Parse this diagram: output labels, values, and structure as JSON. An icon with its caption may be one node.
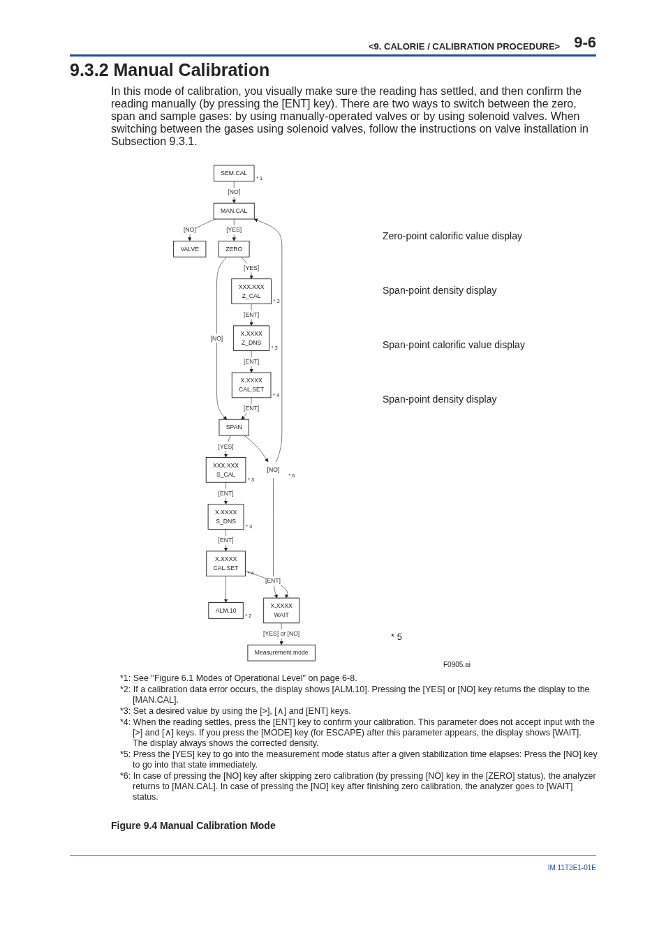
{
  "diagram": {
    "title": "9.3.2 Manual Calibration",
    "caption": "Figure 9.4 Manual Calibration Mode",
    "nodes": [
      {
        "text": [
          "SEM.CAL"
        ],
        "beside": [
          "* 1"
        ]
      },
      {
        "text": [
          "MAN.CAL"
        ]
      },
      {
        "text": [
          "VALVE"
        ]
      },
      {
        "text": [
          "ZERO"
        ]
      },
      {
        "text": [
          "XXX.XXX",
          "Z_CAL"
        ],
        "beside": [
          "* 3"
        ]
      },
      {
        "text": [
          "X.XXXX",
          "Z_DNS"
        ],
        "beside": [
          "* 3"
        ]
      },
      {
        "text": [
          "X.XXXX",
          "CAL.SET"
        ],
        "beside": [
          "* 4"
        ]
      },
      {
        "text": [
          "[NO]"
        ],
        "beside": [
          "* 6"
        ]
      },
      {
        "text": [
          "SPAN"
        ]
      },
      {
        "text": [
          "XXX.XXX",
          "S_CAL"
        ],
        "beside": [
          "* 3"
        ]
      },
      {
        "text": [
          "X.XXXX",
          "S_DNS"
        ],
        "beside": [
          "* 3"
        ]
      },
      {
        "text": [
          "X.XXXX",
          "CAL.SET"
        ],
        "beside": [
          "* 4"
        ]
      },
      {
        "text": [
          "ALM.10"
        ],
        "beside": [
          "* 2"
        ]
      },
      {
        "text": [
          "X.XXXX",
          "WAIT"
        ]
      },
      {
        "text": [
          "Measurement mode"
        ]
      }
    ],
    "edges": [
      {
        "from": 0,
        "to": 1,
        "arrow": "to",
        "label": "[NO]"
      },
      {
        "from": 1,
        "to": 2,
        "arrow": "to",
        "label": "[NO]"
      },
      {
        "from": 1,
        "to": 3,
        "arrow": "to",
        "label": "[YES]"
      },
      {
        "from": 3,
        "to": 8,
        "arrow": "to",
        "label": "[NO]"
      },
      {
        "from": 3,
        "to": 4,
        "arrow": "to",
        "label": "[YES]"
      },
      {
        "from": 4,
        "to": 5,
        "arrow": "to",
        "label": "[ENT]"
      },
      {
        "from": 5,
        "to": 6,
        "arrow": "to",
        "label": "[ENT]"
      },
      {
        "from": 6,
        "to": 8,
        "arrow": "to",
        "label": "[ENT]"
      },
      {
        "from": 8,
        "to": 7,
        "arrow": "to"
      },
      {
        "from": 7,
        "to": 1,
        "arrow": "to"
      },
      {
        "from": 7,
        "to": 13,
        "arrow": "to"
      },
      {
        "from": 8,
        "to": 9,
        "arrow": "to",
        "label": "[YES]"
      },
      {
        "from": 9,
        "to": 10,
        "arrow": "to",
        "label": "[ENT]"
      },
      {
        "from": 10,
        "to": 11,
        "arrow": "to",
        "label": "[ENT]"
      },
      {
        "from": 11,
        "to": 13,
        "arrow": "to",
        "label": "[ENT]"
      },
      {
        "from": 11,
        "to": 12,
        "arrow": "to"
      },
      {
        "from": 13,
        "to": 14,
        "arrow": "to",
        "label": "[YES] or [NO]"
      }
    ],
    "labels": [
      "<9. CALORIE / CALIBRATION PROCEDURE>",
      "9-6",
      "In this mode of calibration, you visually make sure the reading has settled, and then confirm the reading manually (by pressing the [ENT] key). There are two ways to switch between the zero, span and sample gases: by using manually-operated valves or by using solenoid valves. When switching between the gases using solenoid valves, follow the instructions on valve installation in Subsection 9.3.1.",
      "Zero-point calorific value display",
      "Span-point density display",
      "Span-point calorific value display",
      "Span-point density display",
      "* 5",
      "F0905.ai",
      "*1: See \"Figure 6.1 Modes of Operational Level\" on page 6-8.",
      "*2: If a calibration data error occurs, the display shows [ALM.10]. Pressing the [YES] or [NO] key returns the display to the [MAN.CAL].",
      "*3: Set a desired value by using the [>], [∧] and [ENT] keys.",
      "*4: When the reading settles, press the [ENT] key to confirm your calibration. This parameter does not accept input with the [>] and [∧] keys. If you press the [MODE] key (for ESCAPE) after this parameter appears, the display shows [WAIT]. The display always shows the corrected density.",
      "*5: Press the [YES] key to go into the measurement mode status after a given stabilization time elapses: Press the [NO] key to go into that state immediately.",
      "*6: In case of pressing the [NO] key after skipping zero calibration (by pressing [NO] key in the [ZERO] status), the analyzer returns to [MAN.CAL]. In case of pressing the [NO] key after finishing zero calibration, the analyzer goes to [WAIT] status.",
      "IM 11T3E1-01E"
    ]
  }
}
